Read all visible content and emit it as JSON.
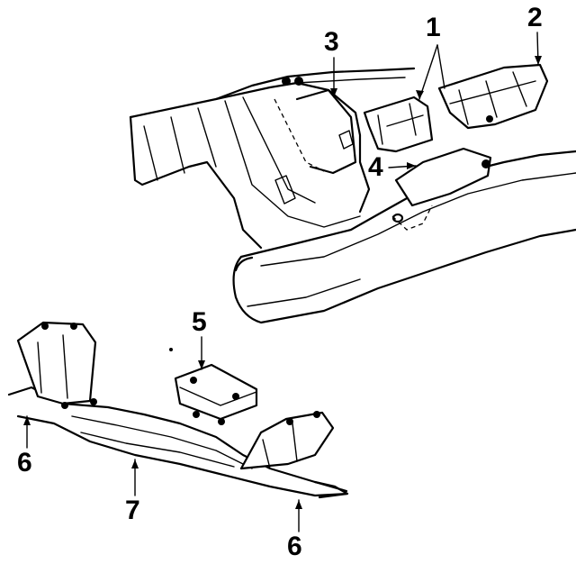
{
  "callouts": {
    "part_1": "1",
    "part_2": "2",
    "part_3": "3",
    "part_4": "4",
    "part_5": "5",
    "part_6_left": "6",
    "part_7": "7",
    "part_6_right": "6"
  }
}
